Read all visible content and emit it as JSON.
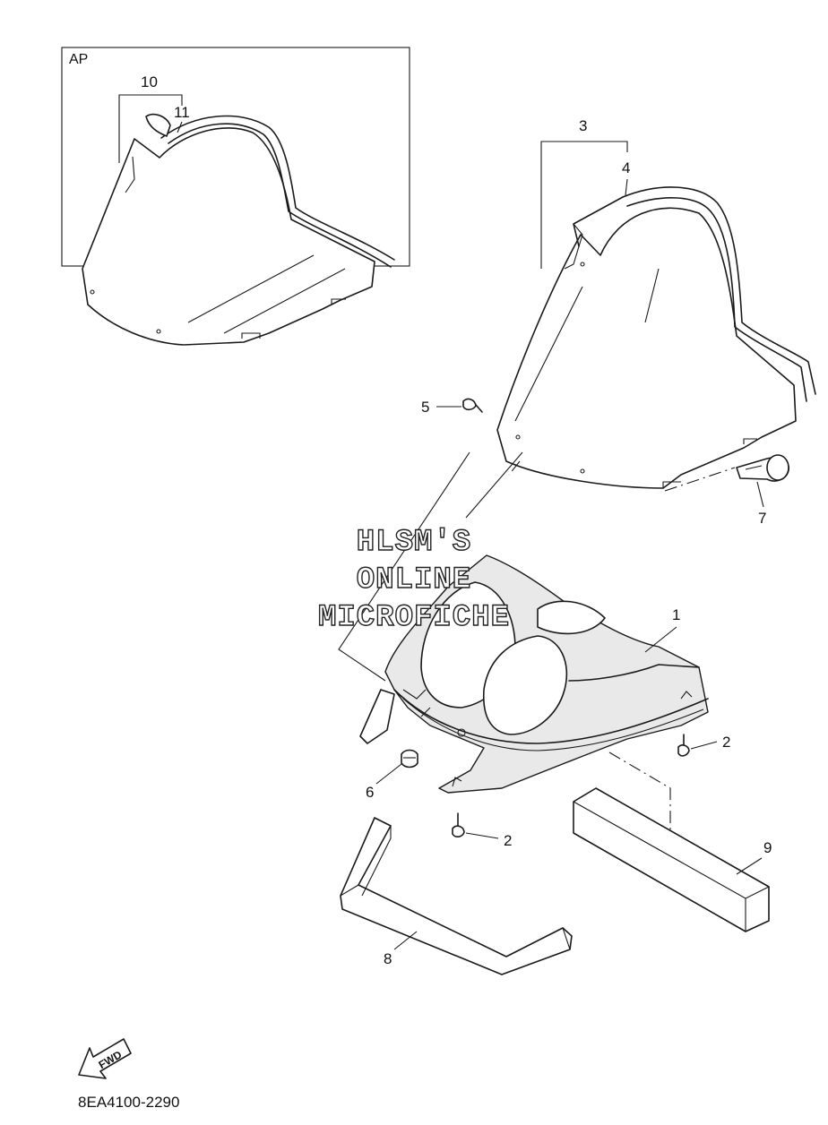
{
  "inset": {
    "label": "AP"
  },
  "callouts": {
    "c1": "1",
    "c2a": "2",
    "c2b": "2",
    "c3": "3",
    "c4": "4",
    "c5": "5",
    "c6": "6",
    "c7": "7",
    "c8": "8",
    "c9": "9",
    "c10": "10",
    "c11": "11"
  },
  "watermark": {
    "line1": "HLSM'S",
    "line2": "ONLINE",
    "line3": "MICROFICHE"
  },
  "fwd": {
    "label": "FWD"
  },
  "part_code": "8EA4100-2290",
  "icons": {
    "fwd_arrow": "fwd-arrow-icon"
  }
}
